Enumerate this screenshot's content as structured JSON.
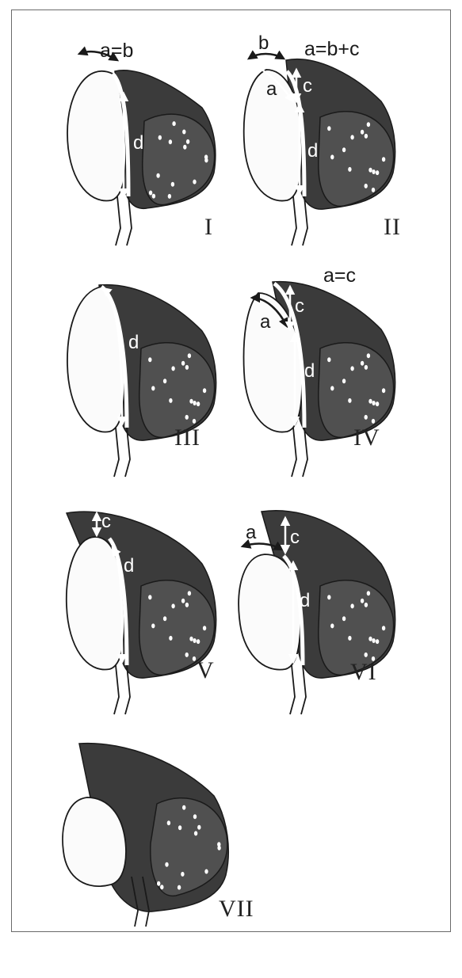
{
  "panels": [
    {
      "numeral": "I",
      "equation": "a=b",
      "segments": [
        "d"
      ]
    },
    {
      "numeral": "II",
      "equation": "a=b+c",
      "segments": [
        "b",
        "a",
        "c",
        "d"
      ]
    },
    {
      "numeral": "III",
      "equation": "",
      "segments": [
        "d"
      ]
    },
    {
      "numeral": "IV",
      "equation": "a=c",
      "segments": [
        "a",
        "c",
        "d"
      ]
    },
    {
      "numeral": "V",
      "equation": "",
      "segments": [
        "c",
        "d"
      ]
    },
    {
      "numeral": "VI",
      "equation": "",
      "segments": [
        "a",
        "c",
        "d"
      ]
    },
    {
      "numeral": "VII",
      "equation": "",
      "segments": []
    }
  ],
  "colors": {
    "muscle": "#3b3b3b",
    "muscle_top": "#505050",
    "tendon_highlight": "#ffffff",
    "bone": "#fbfbfb",
    "outline": "#1a1a1a"
  }
}
